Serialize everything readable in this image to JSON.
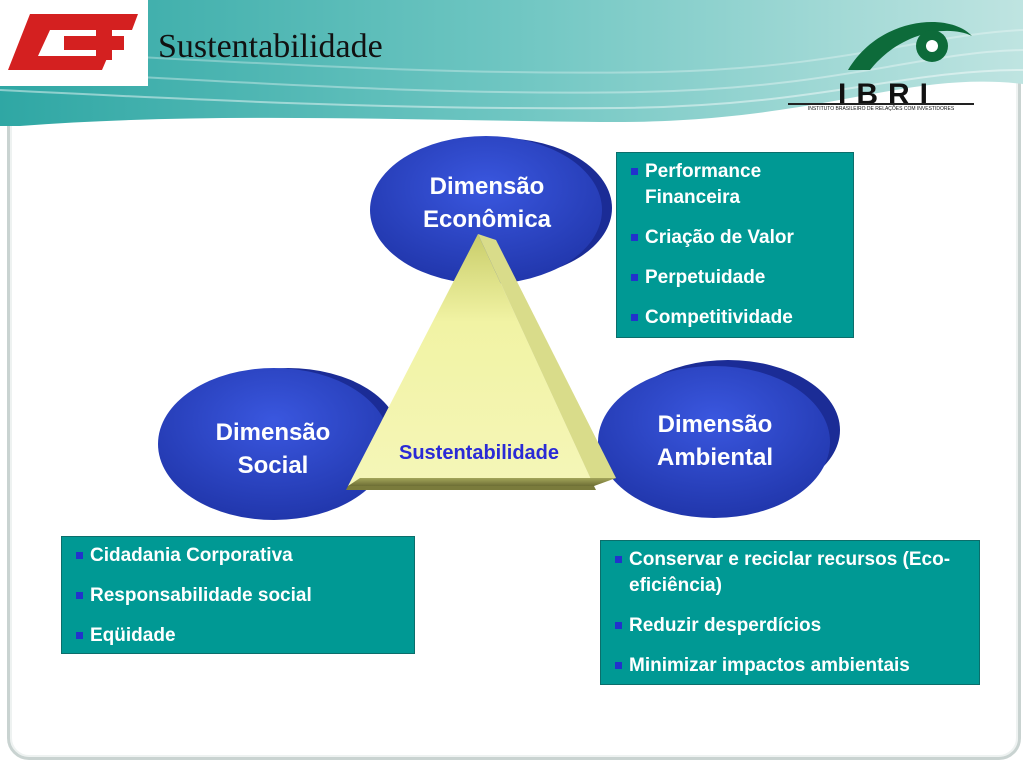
{
  "header": {
    "title": "Sustentabilidade",
    "partner_logo_text": "IBRI",
    "partner_logo_subtext": "INSTITUTO BRASILEIRO DE RELAÇÕES COM INVESTIDORES"
  },
  "diagram": {
    "center_label": "Sustentabilidade",
    "dimensions": {
      "economica": {
        "line1": "Dimensão",
        "line2": "Econômica"
      },
      "social": {
        "line1": "Dimensão",
        "line2": "Social"
      },
      "ambiental": {
        "line1": "Dimensão",
        "line2": "Ambiental"
      }
    },
    "boxes": {
      "economica": [
        "Performance Financeira",
        "Criação de Valor",
        "Perpetuidade",
        "Competitividade"
      ],
      "social": [
        "Cidadania Corporativa",
        "Responsabilidade social",
        "Eqüidade"
      ],
      "ambiental": [
        "Conservar e reciclar recursos (Eco-eficiência)",
        "Reduzir desperdícios",
        "Minimizar impactos ambientais"
      ]
    }
  },
  "colors": {
    "oval": "#2d45c8",
    "box": "#009994",
    "bullet": "#2233cc",
    "triangle": "#e8ea9a",
    "center_label": "#2a2ad6",
    "logo_red": "#d42020"
  },
  "icons": {
    "company_logo": "ceb-logo",
    "partner_logo": "ibri-eye-logo"
  }
}
